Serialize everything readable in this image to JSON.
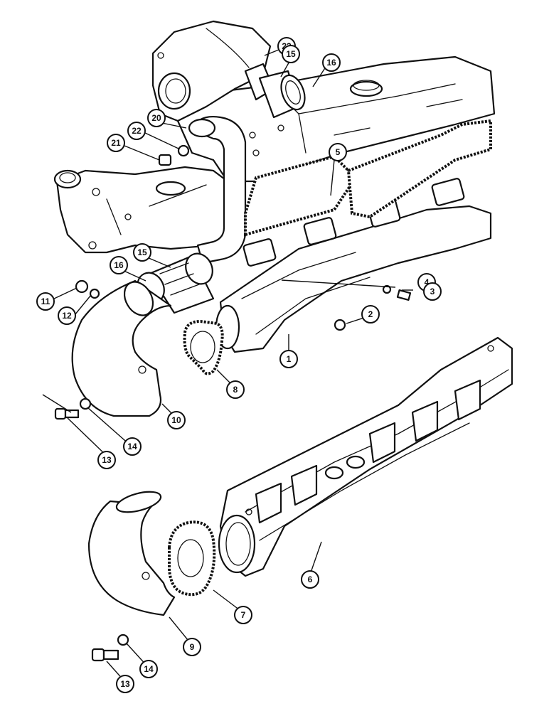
{
  "diagram": {
    "callouts": [
      {
        "id": "c1",
        "label": "1"
      },
      {
        "id": "c2",
        "label": "2"
      },
      {
        "id": "c3",
        "label": "3"
      },
      {
        "id": "c4",
        "label": "4"
      },
      {
        "id": "c5",
        "label": "5"
      },
      {
        "id": "c6",
        "label": "6"
      },
      {
        "id": "c7",
        "label": "7"
      },
      {
        "id": "c8",
        "label": "8"
      },
      {
        "id": "c9",
        "label": "9"
      },
      {
        "id": "c10",
        "label": "10"
      },
      {
        "id": "c11",
        "label": "11"
      },
      {
        "id": "c12",
        "label": "12"
      },
      {
        "id": "c13a",
        "label": "13"
      },
      {
        "id": "c13b",
        "label": "13"
      },
      {
        "id": "c14a",
        "label": "14"
      },
      {
        "id": "c14b",
        "label": "14"
      },
      {
        "id": "c15a",
        "label": "15"
      },
      {
        "id": "c15b",
        "label": "15"
      },
      {
        "id": "c16a",
        "label": "16"
      },
      {
        "id": "c16b",
        "label": "16"
      },
      {
        "id": "c20",
        "label": "20"
      },
      {
        "id": "c21",
        "label": "21"
      },
      {
        "id": "c22",
        "label": "22"
      },
      {
        "id": "c23",
        "label": "23"
      }
    ]
  }
}
